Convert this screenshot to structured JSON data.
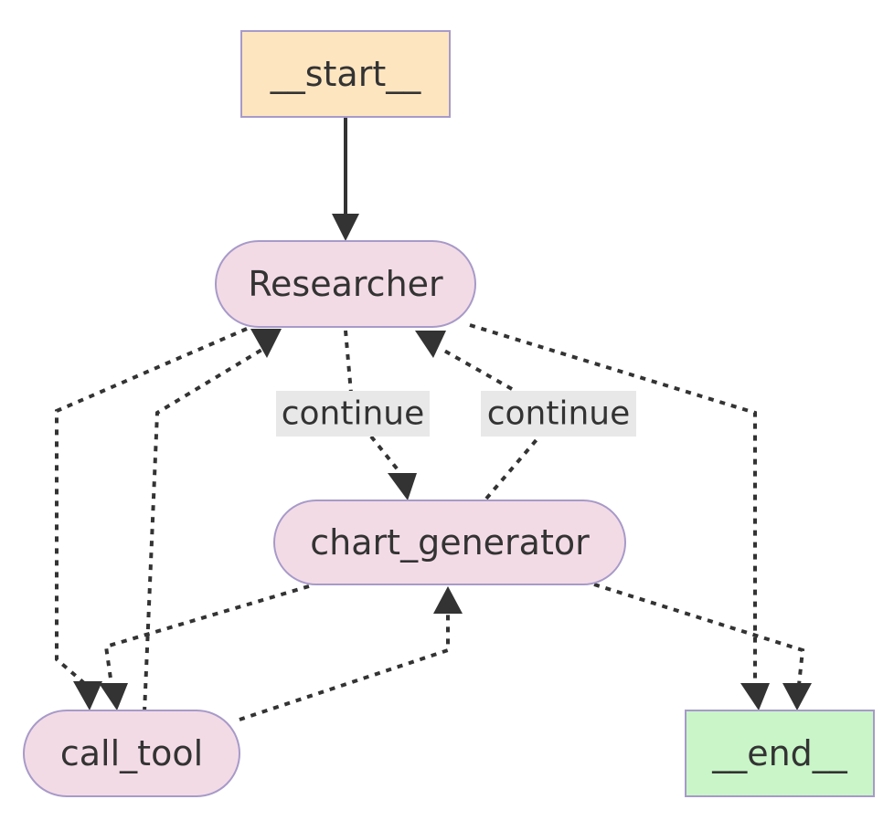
{
  "diagram": {
    "nodes": {
      "start": {
        "label": "__start__",
        "fill": "#fde5c0",
        "stroke": "#a79ac9"
      },
      "researcher": {
        "label": "Researcher",
        "fill": "#f3dbe6",
        "stroke": "#a79ac9"
      },
      "chart_generator": {
        "label": "chart_generator",
        "fill": "#f3dbe6",
        "stroke": "#a79ac9"
      },
      "call_tool": {
        "label": "call_tool",
        "fill": "#f3dbe6",
        "stroke": "#a79ac9"
      },
      "end": {
        "label": "__end__",
        "fill": "#c9f5c8",
        "stroke": "#a79ac9"
      }
    },
    "edge_labels": {
      "researcher_to_chart": "continue",
      "chart_to_researcher": "continue"
    },
    "colors": {
      "edge": "#333333",
      "label_background": "#e8e8e8"
    }
  }
}
